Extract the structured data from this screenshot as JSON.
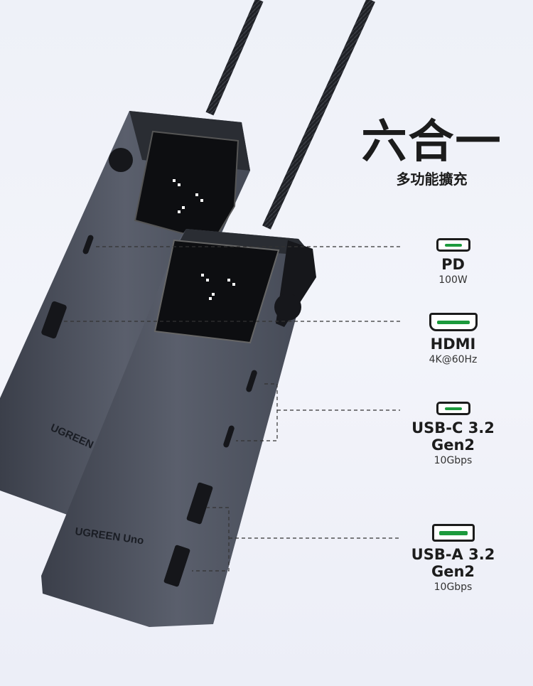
{
  "headline": {
    "title": "六合一",
    "subtitle": "多功能擴充"
  },
  "device": {
    "brand_back": "UGREEN Uno",
    "brand_front": "UGREEN Uno"
  },
  "ports": [
    {
      "icon": "usb-c-port-icon",
      "name": "PD",
      "detail": "100W"
    },
    {
      "icon": "hdmi-port-icon",
      "name": "HDMI",
      "detail": "4K@60Hz"
    },
    {
      "icon": "usb-c-port-icon",
      "name": "USB-C 3.2 Gen2",
      "detail": "10Gbps"
    },
    {
      "icon": "usb-a-port-icon",
      "name": "USB-A 3.2 Gen2",
      "detail": "10Gbps"
    }
  ],
  "colors": {
    "accent": "#1c9a3c",
    "body": "#4a4f5c",
    "text": "#1c1c1c"
  }
}
